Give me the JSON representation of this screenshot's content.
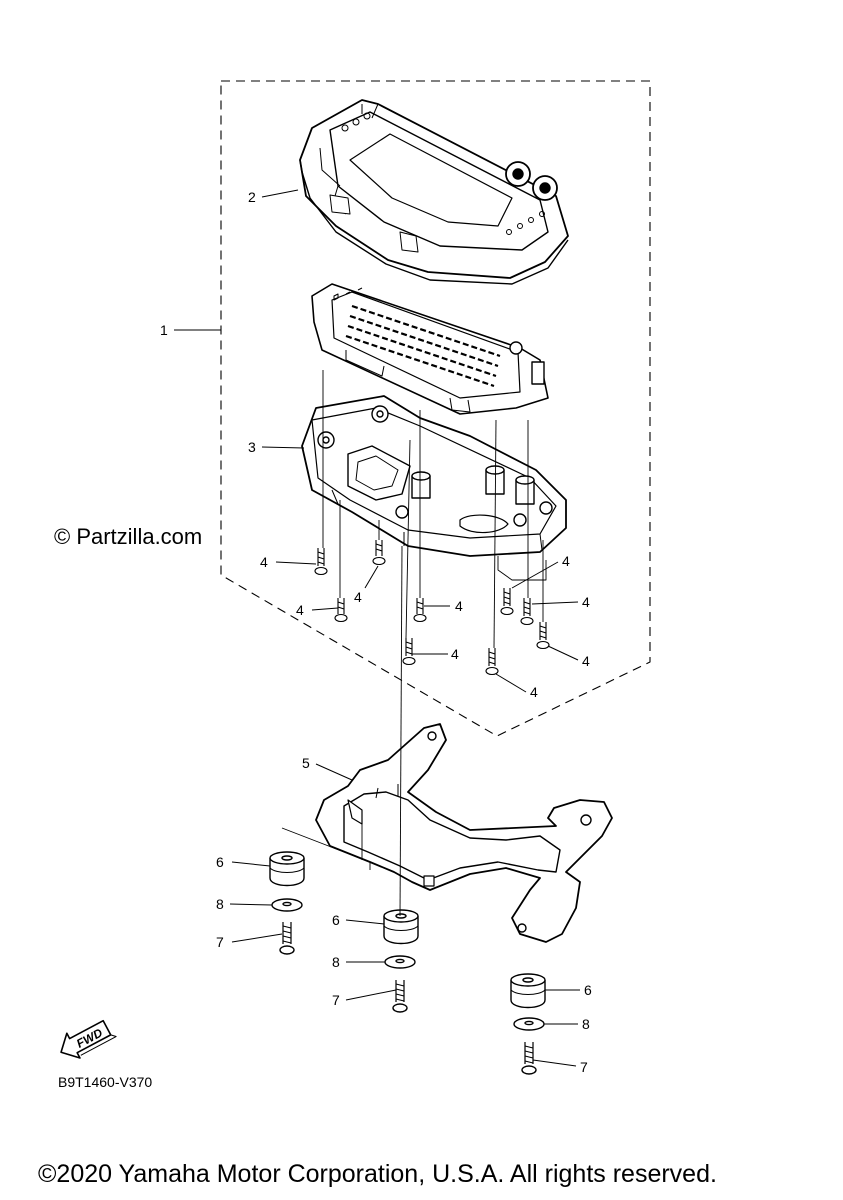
{
  "watermark": "© Partzilla.com",
  "diagram_code": "B9T1460-V370",
  "copyright": "©2020 Yamaha Motor Corporation, U.S.A. All rights reserved.",
  "fwd_label": "FWD",
  "callouts": {
    "p1": "1",
    "p2": "2",
    "p3": "3",
    "p4": "4",
    "p5": "5",
    "p6": "6",
    "p7": "7",
    "p8": "8"
  },
  "colors": {
    "line": "#000000",
    "fill": "#ffffff",
    "shade": "#9a9a9a"
  }
}
